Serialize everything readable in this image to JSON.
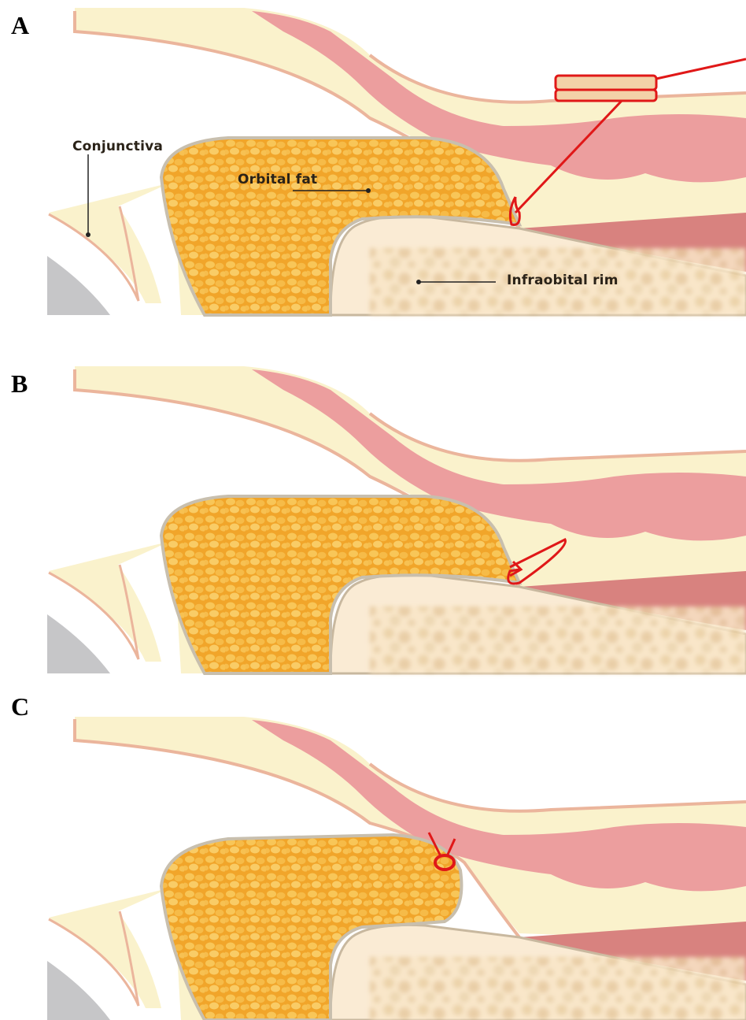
{
  "panels": [
    {
      "letter": "A",
      "sutures": "through-skin"
    },
    {
      "letter": "B",
      "sutures": "buried-loop"
    },
    {
      "letter": "C",
      "sutures": "tied"
    }
  ],
  "labels": {
    "conjunctiva": "Conjunctiva",
    "orbital_fat": "Orbital fat",
    "infraorbital_rim": "Infraobital rim"
  },
  "colors": {
    "skin": "#faf2cc",
    "muscle": "#ec9e9e",
    "fat": "#f2a92e",
    "fat_globule": "#f8c960",
    "bone": "#fae8cd",
    "marrow": "#e9cfa3",
    "septum": "#c8bfae",
    "eyeball": "#c6c6c8",
    "suture": "#e01818",
    "pad": "#f3d2a8"
  }
}
